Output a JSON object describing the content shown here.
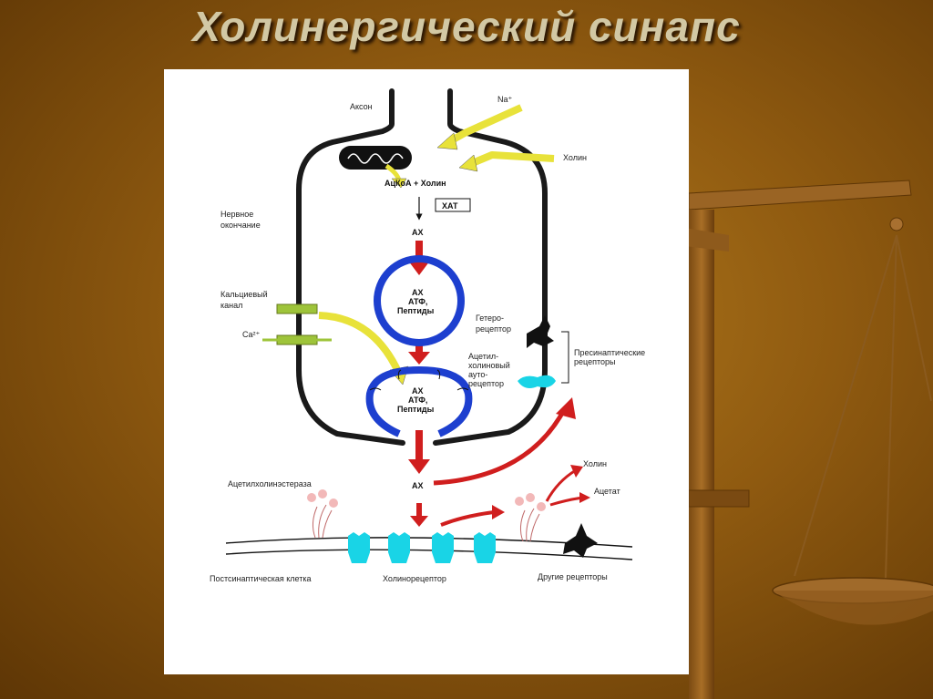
{
  "title": "Холинергический синапс",
  "diagram": {
    "labels": {
      "axon": "Аксон",
      "na": "Na⁺",
      "choline_in": "Холин",
      "acetyl_coa": "АцКоА + Холин",
      "chat": "ХАТ",
      "nerve_ending_1": "Нервное",
      "nerve_ending_2": "окончание",
      "ach_top": "АХ",
      "vesicle1_l1": "АХ",
      "vesicle1_l2": "АТФ,",
      "vesicle1_l3": "Пептиды",
      "calcium_channel_1": "Кальциевый",
      "calcium_channel_2": "канал",
      "ca": "Ca²⁺",
      "hetero_1": "Гетеро-",
      "hetero_2": "рецептор",
      "auto_1": "Ацетил-",
      "auto_2": "холиновый",
      "auto_3": "ауто-",
      "auto_4": "рецептор",
      "presyn_1": "Пресинаптические",
      "presyn_2": "рецепторы",
      "vesicle2_l1": "АХ",
      "vesicle2_l2": "АТФ,",
      "vesicle2_l3": "Пептиды",
      "ach_cleft": "АХ",
      "cholinesterase": "Ацетилхолинэстераза",
      "choline_out": "Холин",
      "acetate": "Ацетат",
      "postsyn_cell": "Постсинаптическая клетка",
      "cholinoreceptor": "Холинорецептор",
      "other_receptors": "Другие рецепторы"
    }
  }
}
